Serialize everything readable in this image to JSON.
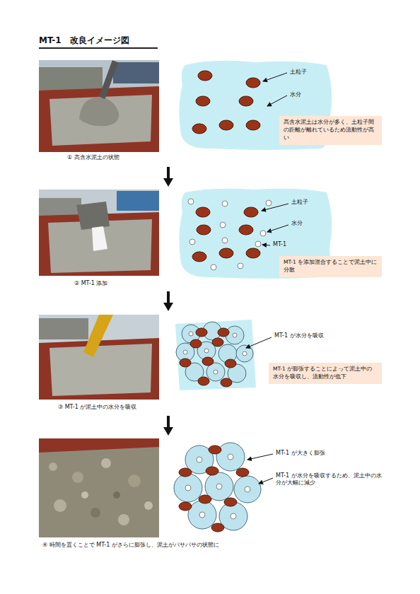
{
  "diagram": {
    "title": "MT-1　改良イメージ図",
    "nodes": [
      {
        "text": [
          "高含水泥土は水分が多く、土粒子間の距離が離れているため流動性が高い"
        ]
      },
      {
        "text": [
          "MT-1 を添加混合することで泥土中に分散"
        ]
      },
      {
        "text": [
          "MT-1 が膨張することによって泥土中の水分を吸収し、流動性が低下"
        ]
      }
    ],
    "labels": [
      "土粒子",
      "水分",
      "① 高含水泥土の状態",
      "土粒子",
      "水分",
      "MT-1",
      "② MT-1 添加",
      "MT-1 が水分を吸収",
      "③ MT-1 が泥土中の水分を吸収",
      "MT-1 が大きく膨張",
      "MT-1 が水分を吸収するため、泥土中の水分が大幅に減少",
      "④ 時間を置くことで MT-1 がさらに膨張し、泥土がパサパサの状態に"
    ]
  }
}
